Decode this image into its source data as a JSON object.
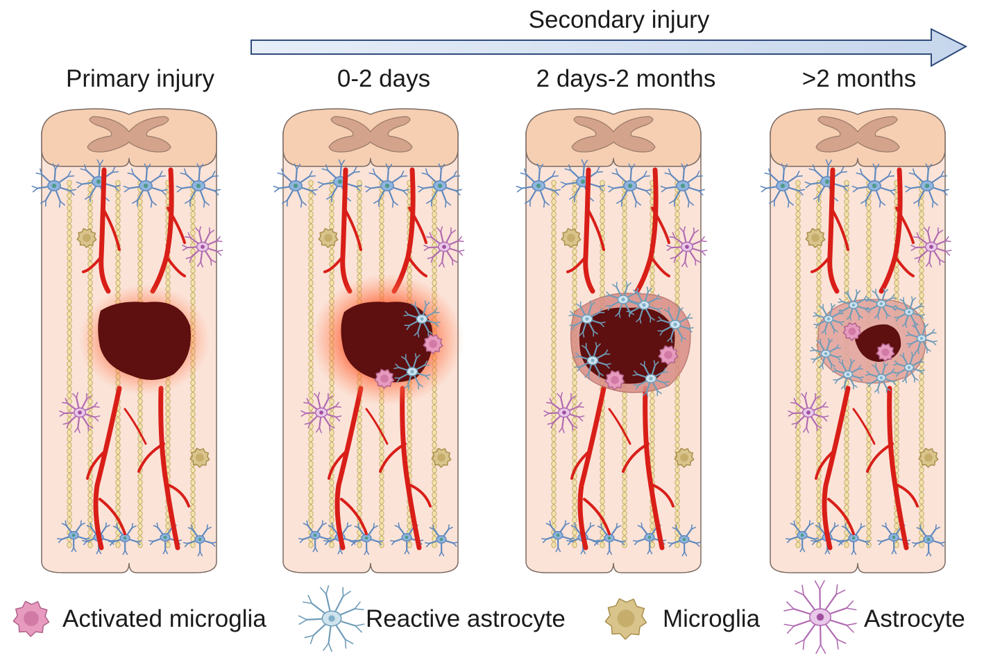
{
  "diagram": {
    "secondary_label": "Secondary injury",
    "stages": [
      {
        "label": "Primary injury",
        "lesion": "primary"
      },
      {
        "label": "0-2 days",
        "lesion": "acute"
      },
      {
        "label": "2 days-2 months",
        "lesion": "subacute"
      },
      {
        "label": ">2 months",
        "lesion": "chronic"
      }
    ]
  },
  "legend": {
    "activated_microglia": "Activated microglia",
    "reactive_astrocyte": "Reactive astrocyte",
    "microglia": "Microglia",
    "astrocyte": "Astrocyte"
  },
  "colors": {
    "cord_fill": "#fbe3d8",
    "cord_cap": "#f6cfb3",
    "grey_matter": "#d4a38c",
    "vessel": "#d91e18",
    "lesion": "#5e0f0f",
    "glow": "#ff3c1e",
    "neuron_blue": "#8fb5de",
    "astro_purple": "#b06ab0",
    "microglia_tan": "#d9c48c",
    "activated_pink": "#e79cbf",
    "reactive_astro": "#cfe3ef",
    "arrow": "#d3e0f1"
  }
}
